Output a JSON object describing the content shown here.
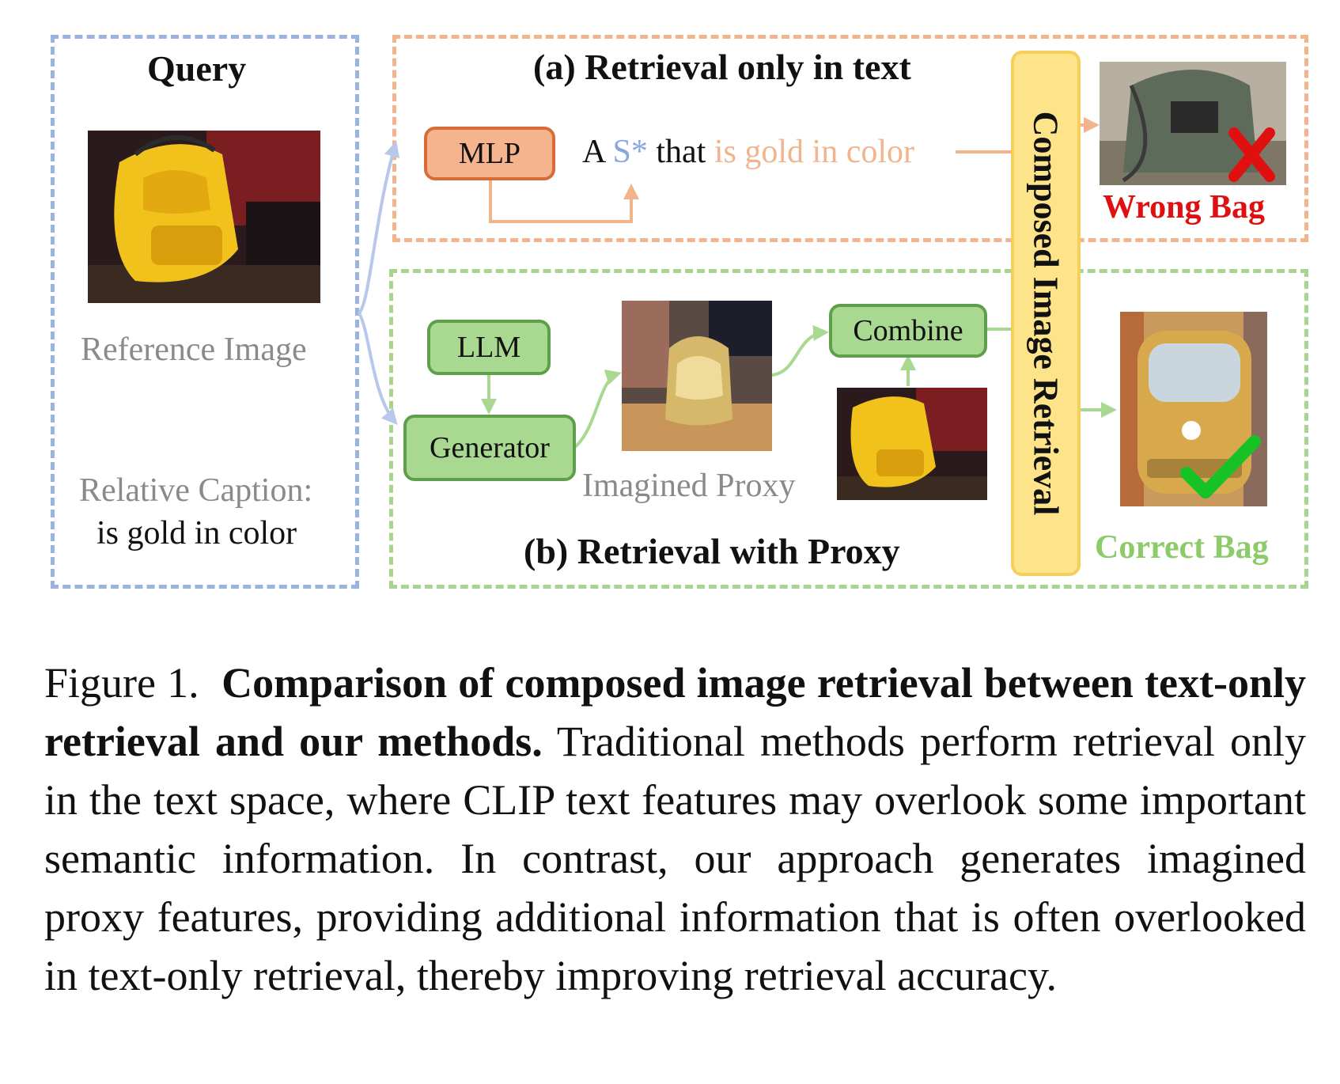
{
  "query": {
    "title": "Query",
    "reference_label": "Reference Image",
    "caption_label": "Relative Caption:",
    "caption_text": "is gold in color"
  },
  "panel_a": {
    "title": "(a) Retrieval only in text",
    "mlp_label": "MLP",
    "text_prefix": "A",
    "text_token": "S*",
    "text_that": "that",
    "text_modifier": "is gold in color"
  },
  "panel_b": {
    "title": "(b) Retrieval with Proxy",
    "llm_label": "LLM",
    "generator_label": "Generator",
    "combine_label": "Combine",
    "proxy_label": "Imagined Proxy"
  },
  "cir_label": "Composed Image Retrieval",
  "results": {
    "wrong_label": "Wrong Bag",
    "correct_label": "Correct Bag"
  },
  "colors": {
    "query_border": "#9ab3e0",
    "text_border": "#f1b48d",
    "proxy_border": "#a9d48e",
    "wrong": "#e01010",
    "correct": "#8dcb6a",
    "modifier_text": "#f1b48d",
    "token_text": "#86a8dc"
  },
  "caption": {
    "figure_label": "Figure 1.",
    "bold_title": "Comparison of composed image retrieval between text-only retrieval and our methods.",
    "body": "Traditional methods perform retrieval only in the text space, where CLIP text features may overlook some important semantic information. In contrast, our approach generates imagined proxy features, providing additional information that is often overlooked in text-only retrieval, thereby improving retrieval accuracy."
  }
}
